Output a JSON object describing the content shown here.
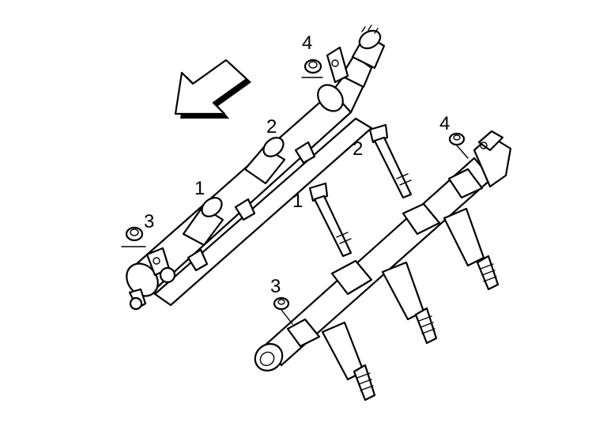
{
  "callouts": {
    "top_left": {
      "bolt_1": "1",
      "bolt_2": "2",
      "nut_3": "3",
      "nut_4": "4"
    },
    "bottom_right": {
      "bolt_1": "1",
      "bolt_2": "2",
      "nut_3": "3",
      "nut_4": "4"
    }
  },
  "icons": {
    "direction_arrow": "arrow-up-left-icon"
  },
  "colors": {
    "ink": "#000000",
    "paper": "#ffffff"
  }
}
